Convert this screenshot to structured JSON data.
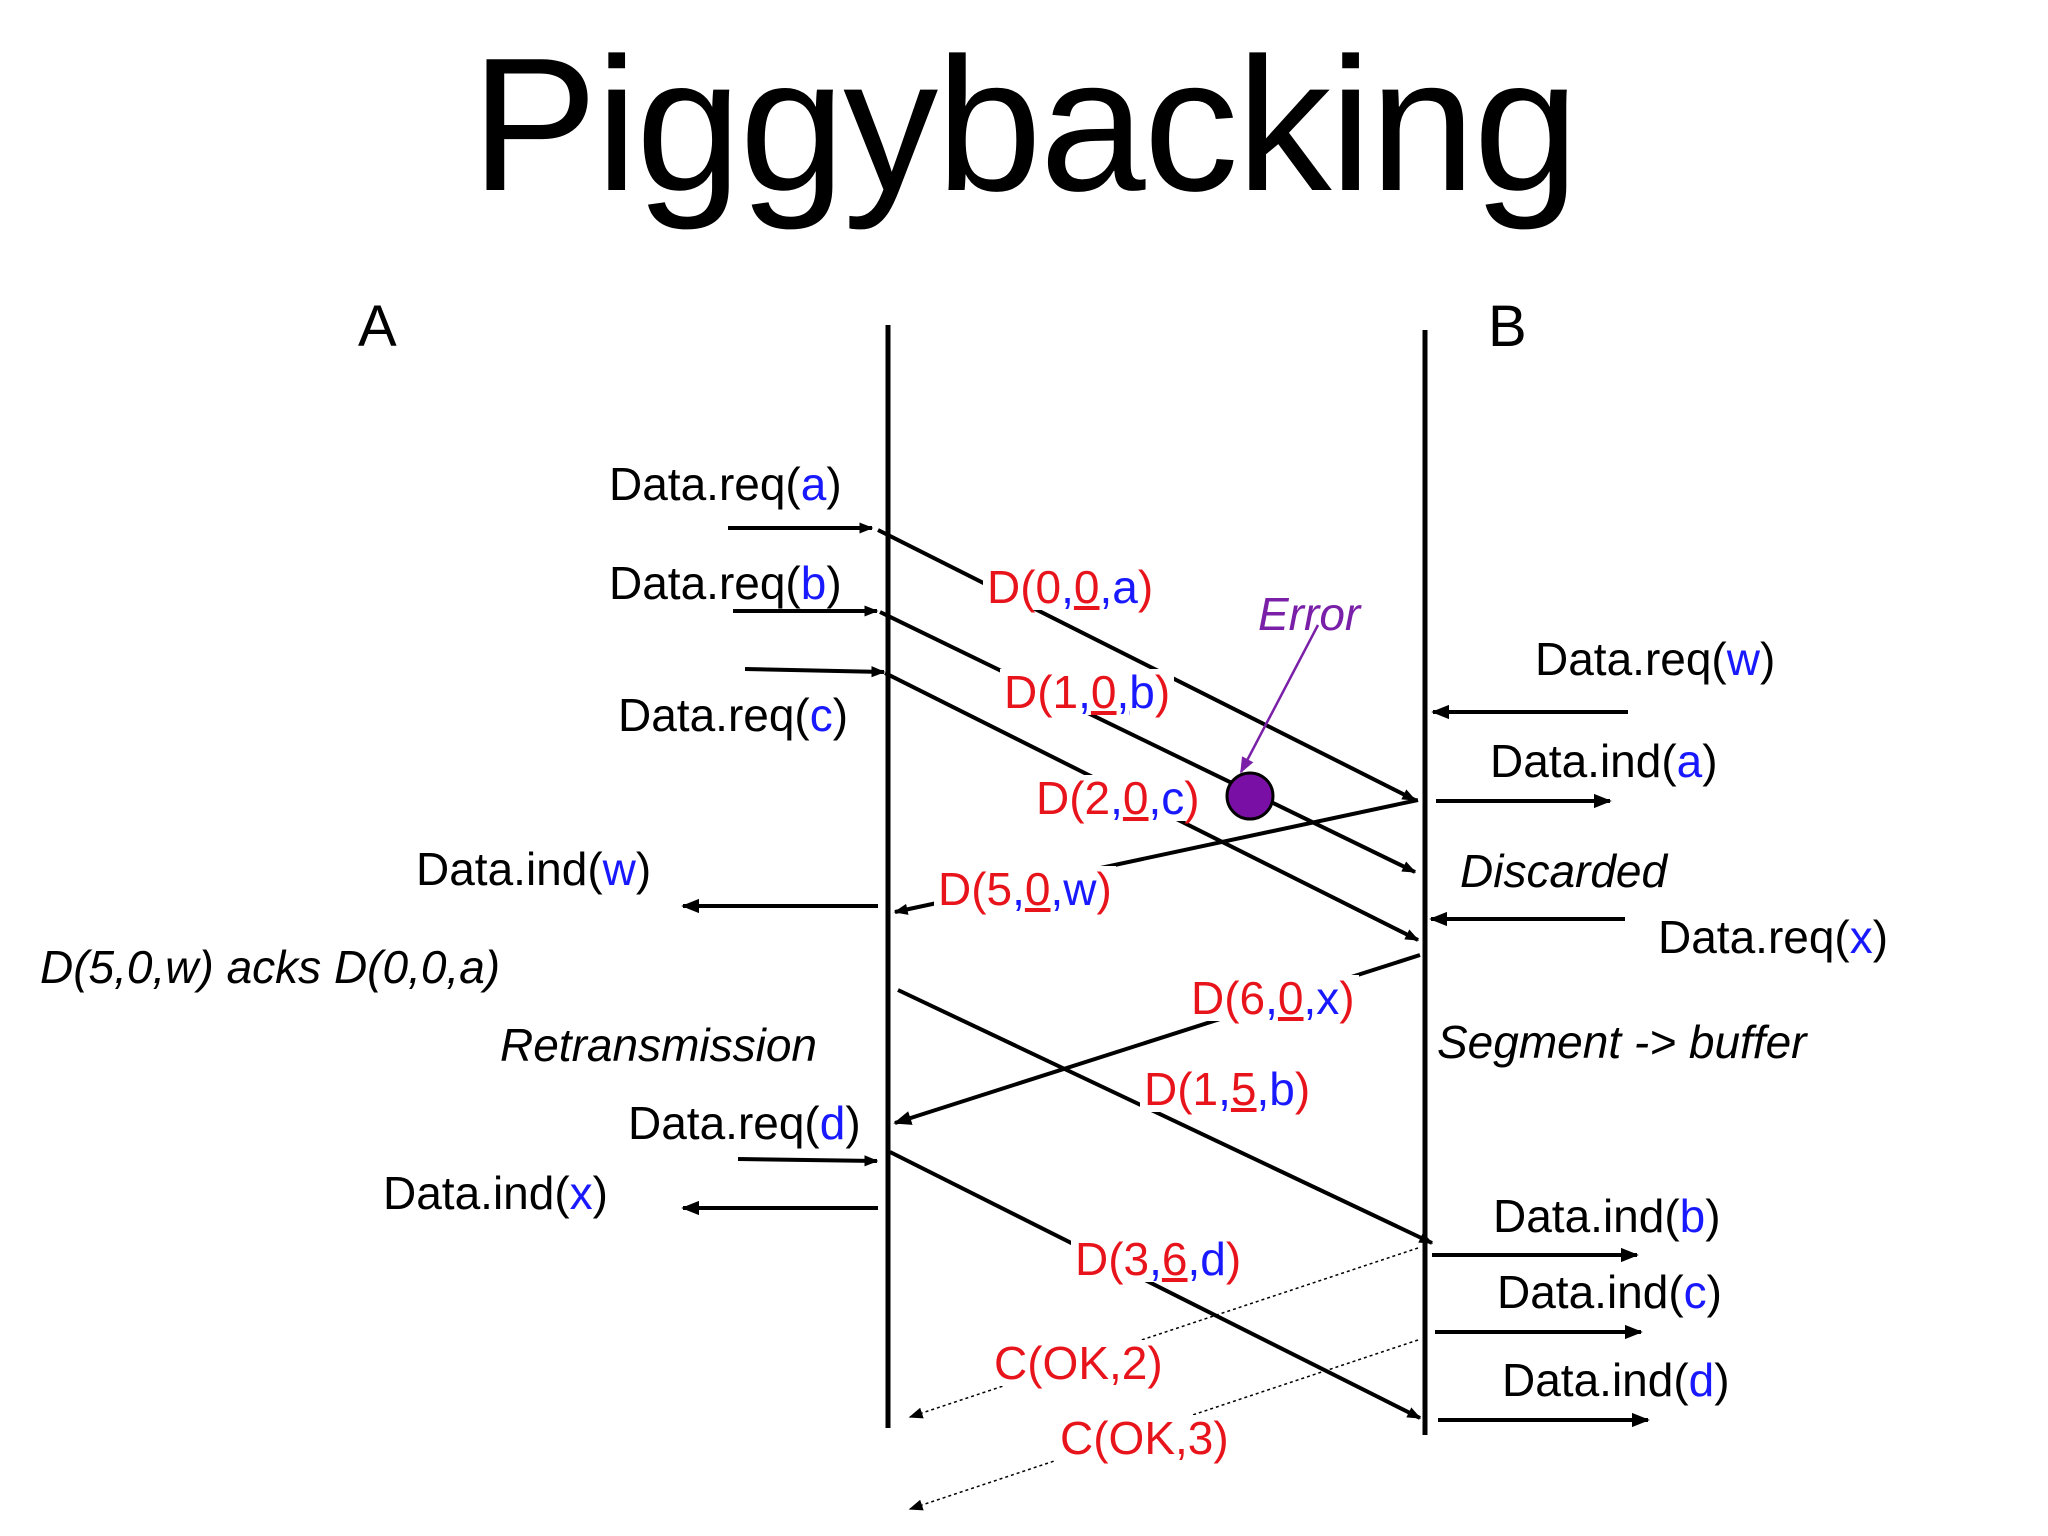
{
  "title": "Piggybacking",
  "entities": {
    "a": "A",
    "b": "B"
  },
  "labels": {
    "req_a": {
      "prefix": "Data.req(",
      "arg": "a",
      "suffix": ")"
    },
    "req_b": {
      "prefix": "Data.req(",
      "arg": "b",
      "suffix": ")"
    },
    "req_c": {
      "prefix": "Data.req(",
      "arg": "c",
      "suffix": ")"
    },
    "ind_w": {
      "prefix": "Data.ind(",
      "arg": "w",
      "suffix": ")"
    },
    "req_d": {
      "prefix": "Data.req(",
      "arg": "d",
      "suffix": ")"
    },
    "ind_x": {
      "prefix": "Data.ind(",
      "arg": "x",
      "suffix": ")"
    },
    "req_w": {
      "prefix": "Data.req(",
      "arg": "w",
      "suffix": ")"
    },
    "ind_a": {
      "prefix": "Data.ind(",
      "arg": "a",
      "suffix": ")"
    },
    "req_x": {
      "prefix": "Data.req(",
      "arg": "x",
      "suffix": ")"
    },
    "ind_b": {
      "prefix": "Data.ind(",
      "arg": "b",
      "suffix": ")"
    },
    "ind_c": {
      "prefix": "Data.ind(",
      "arg": "c",
      "suffix": ")"
    },
    "ind_d": {
      "prefix": "Data.ind(",
      "arg": "d",
      "suffix": ")"
    }
  },
  "notes": {
    "error": "Error",
    "discarded": "Discarded",
    "acks": "D(5,0,w) acks D(0,0,a)",
    "retransmission": "Retransmission",
    "segment_buffer": "Segment -> buffer"
  },
  "segments": {
    "d00a": {
      "open": "D(",
      "seq": "0",
      "c1": ",",
      "ack": "0",
      "c2": ",",
      "payload": "a",
      "close": ")"
    },
    "d10b": {
      "open": "D(",
      "seq": "1",
      "c1": ",",
      "ack": "0",
      "c2": ",",
      "payload": "b",
      "close": ")"
    },
    "d20c": {
      "open": "D(",
      "seq": "2",
      "c1": ",",
      "ack": "0",
      "c2": ",",
      "payload": "c",
      "close": ")"
    },
    "d50w": {
      "open": "D(",
      "seq": "5",
      "c1": ",",
      "ack": "0",
      "c2": ",",
      "payload": "w",
      "close": ")"
    },
    "d60x": {
      "open": "D(",
      "seq": "6",
      "c1": ",",
      "ack": "0",
      "c2": ",",
      "payload": "x",
      "close": ")"
    },
    "d15b": {
      "open": "D(",
      "seq": "1",
      "c1": ",",
      "ack": "5",
      "c2": ",",
      "payload": "b",
      "close": ")"
    },
    "d36d": {
      "open": "D(",
      "seq": "3",
      "c1": ",",
      "ack": "6",
      "c2": ",",
      "payload": "d",
      "close": ")"
    }
  },
  "controls": {
    "c_ok2": "C(OK,2)",
    "c_ok3": "C(OK,3)"
  },
  "colors": {
    "segment": "#e8141c",
    "payload": "#1919ff",
    "error": "#7a1fa8",
    "line": "#000000"
  }
}
